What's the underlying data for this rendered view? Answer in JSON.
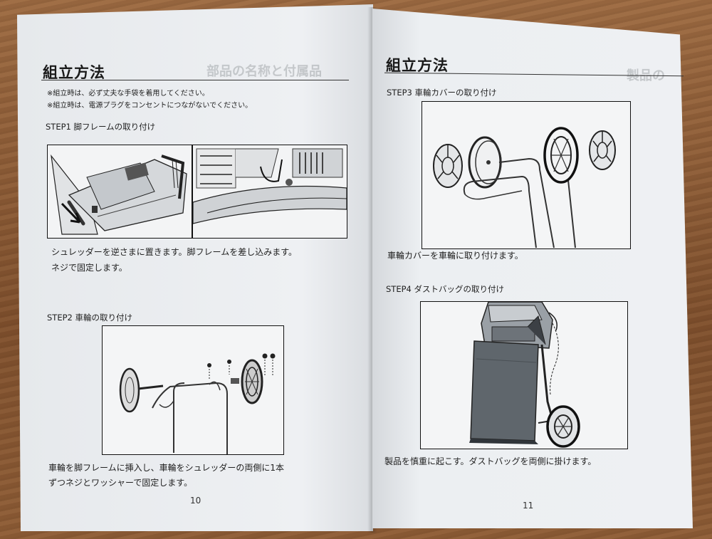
{
  "left_page": {
    "title": "組立方法",
    "notes": [
      "※組立時は、必ず丈夫な手袋を着用してください。",
      "※組立時は、電源プラグをコンセントにつながないでください。"
    ],
    "step1": {
      "heading": "STEP1  脚フレームの取り付け",
      "text_line1": "シュレッダーを逆さまに置きます。脚フレームを差し込みます。",
      "text_line2": "ネジで固定します。"
    },
    "step2": {
      "heading": "STEP2  車輪の取り付け",
      "text_line1": "車輪を脚フレームに挿入し、車輪をシュレッダーの両側に1本",
      "text_line2": "ずつネジとワッシャーで固定します。"
    },
    "page_number": "10",
    "ghost_heading": "部品の名称と付属品"
  },
  "right_page": {
    "title": "組立方法",
    "step3": {
      "heading": "STEP3  車輪カバーの取り付け",
      "text": "車輪カバーを車輪に取り付けます。"
    },
    "step4": {
      "heading": "STEP4  ダストバッグの取り付け",
      "text": "製品を慎重に起こす。ダストバッグを両側に掛けます。"
    },
    "page_number": "11",
    "ghost_heading": "製品の"
  },
  "colors": {
    "paper": "#eceff2",
    "ink": "#1a1a1a",
    "wood": "#8a5a35"
  }
}
